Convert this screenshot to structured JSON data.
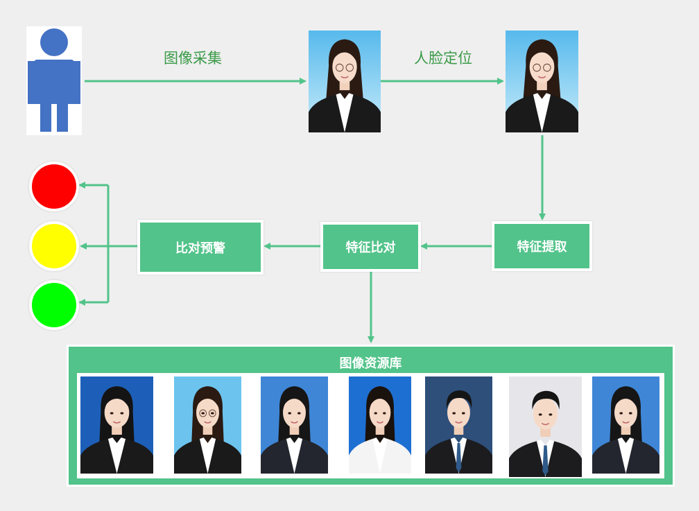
{
  "labels": {
    "capture": "图像采集",
    "locate": "人脸定位"
  },
  "nodes": {
    "extract": "特征提取",
    "compare": "特征比对",
    "alert": "比对预警",
    "database": "图像资源库"
  },
  "colors": {
    "accent": "#52c38a",
    "edge_label": "#3a9a48",
    "person": "#4472c4",
    "light_red": "#ff0000",
    "light_yellow": "#ffff00",
    "light_green": "#00ff00"
  },
  "database_photos": [
    {
      "id": "db-photo-1",
      "bg": "#1d5fb8",
      "gender": "female",
      "hair": "#141414",
      "glasses": false,
      "suit": "#1a1a1a",
      "tie": false
    },
    {
      "id": "db-photo-2",
      "bg": "#6cc4ee",
      "gender": "female",
      "hair": "#2a1a12",
      "glasses": true,
      "suit": "#1a1a1a",
      "tie": false
    },
    {
      "id": "db-photo-3",
      "bg": "#3f86d6",
      "gender": "female",
      "hair": "#161616",
      "glasses": false,
      "suit": "#23262e",
      "tie": false
    },
    {
      "id": "db-photo-4",
      "bg": "#1e6fd2",
      "gender": "female",
      "hair": "#1a120c",
      "glasses": false,
      "suit": "#f4f4f4",
      "tie": false
    },
    {
      "id": "db-photo-5",
      "bg": "#2d4f7a",
      "gender": "male",
      "hair": "#151515",
      "glasses": false,
      "suit": "#1c1c1f",
      "tie": true
    },
    {
      "id": "db-photo-6",
      "bg": "#e6e6ea",
      "gender": "male",
      "hair": "#151515",
      "glasses": false,
      "suit": "#1c1c1f",
      "tie": true
    },
    {
      "id": "db-photo-7",
      "bg": "#3f86d6",
      "gender": "female",
      "hair": "#161616",
      "glasses": false,
      "suit": "#23262e",
      "tie": false
    }
  ]
}
